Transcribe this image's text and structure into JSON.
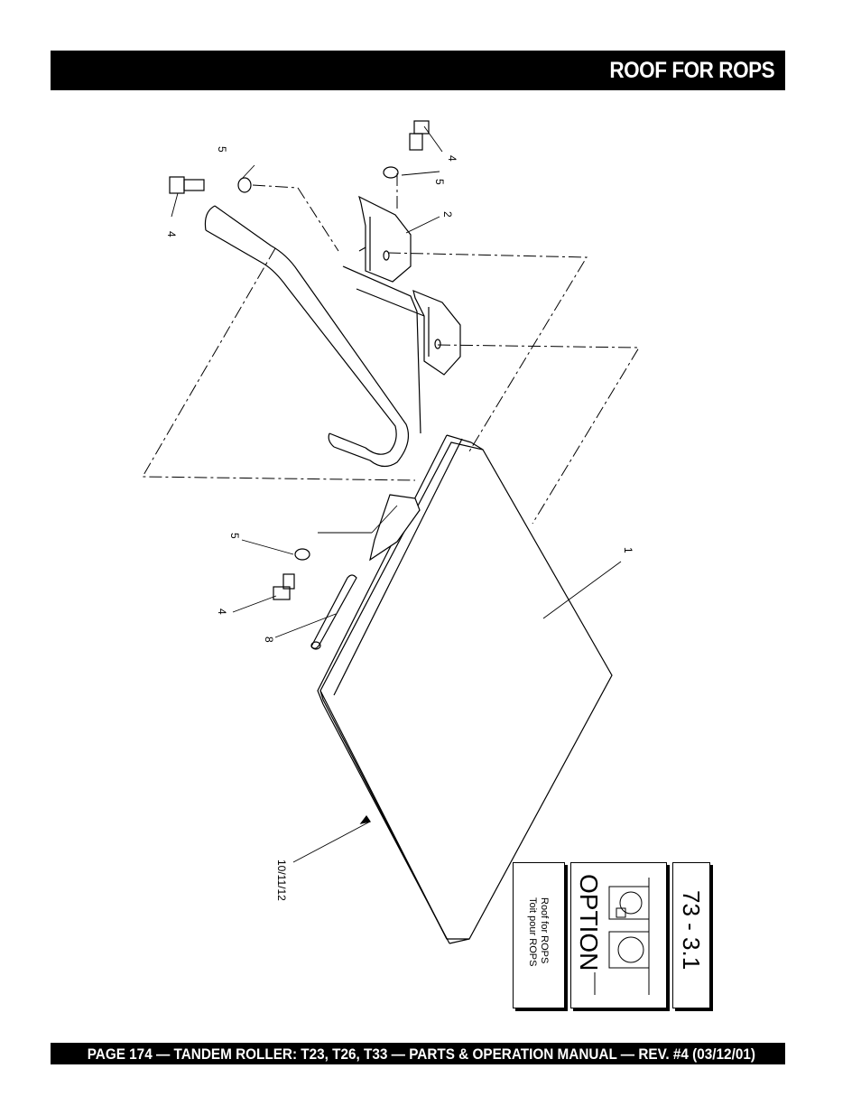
{
  "header": {
    "title": "ROOF FOR ROPS"
  },
  "footer": {
    "text": "PAGE 174 — TANDEM ROLLER: T23, T26, T33 — PARTS & OPERATION MANUAL — REV. #4 (03/12/01)"
  },
  "callouts": {
    "c1": "1",
    "c2": "2",
    "c4a": "4",
    "c4b": "4",
    "c4c": "4",
    "c5a": "5",
    "c5b": "5",
    "c5c": "5",
    "c8": "8",
    "c10": "10/11/12"
  },
  "reference_card": {
    "number": "73 - 3.1",
    "option_label": "OPTION",
    "caption_en": "Roof for ROPS",
    "caption_fr": "Toit pour ROPS"
  }
}
